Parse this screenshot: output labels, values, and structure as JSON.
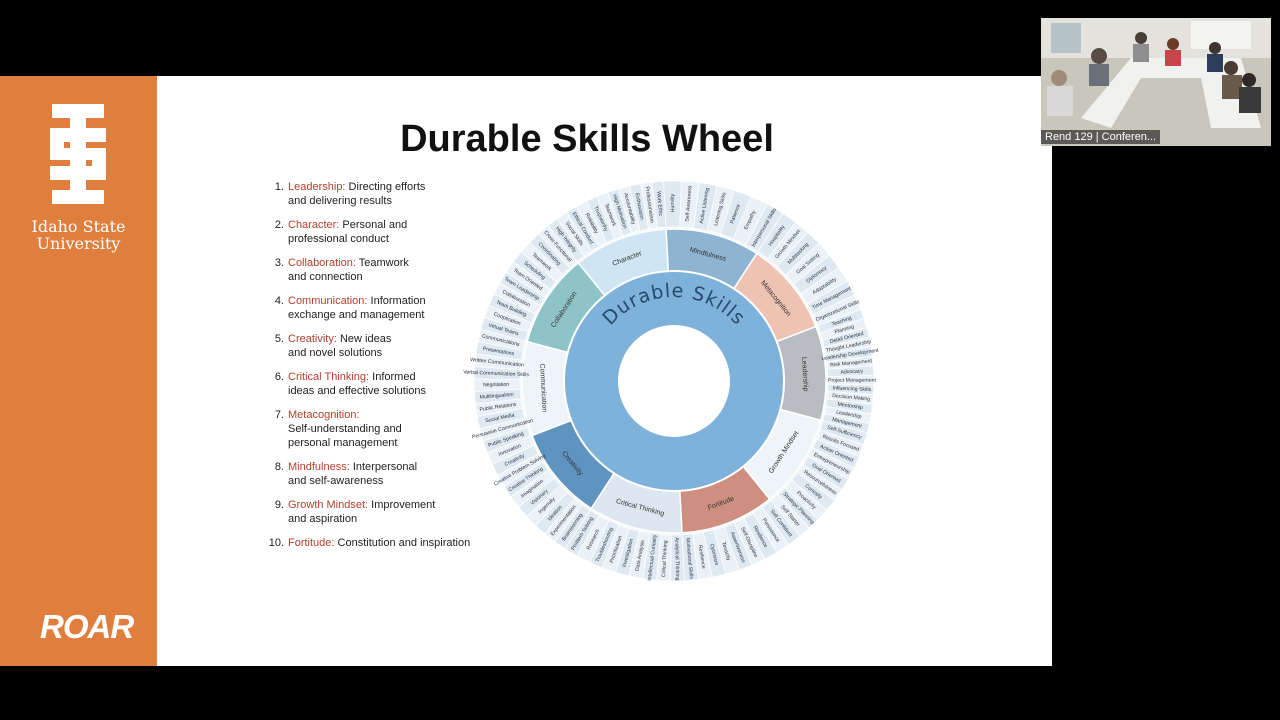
{
  "brand": {
    "university_line1": "Idaho State",
    "university_line2": "University",
    "tagline": "ROAR",
    "orange": "#e07f3d"
  },
  "slide": {
    "title": "Durable Skills Wheel"
  },
  "skills": [
    {
      "num": "1.",
      "name": "Leadership:",
      "line1": " Directing efforts",
      "line2": "and delivering results"
    },
    {
      "num": "2.",
      "name": "Character:",
      "line1": " Personal and",
      "line2": "professional conduct"
    },
    {
      "num": "3.",
      "name": "Collaboration:",
      "line1": " Teamwork",
      "line2": "and connection"
    },
    {
      "num": "4.",
      "name": "Communication:",
      "line1": " Information",
      "line2": "exchange and management"
    },
    {
      "num": "5.",
      "name": "Creativity:",
      "line1": " New ideas",
      "line2": "and novel solutions"
    },
    {
      "num": "6.",
      "name": "Critical Thinking:",
      "line1": " Informed",
      "line2": "ideas and effective solutions"
    },
    {
      "num": "7.",
      "name": "Metacognition:",
      "line1": "",
      "line2": "Self-understanding and",
      "line3": "personal management"
    },
    {
      "num": "8.",
      "name": "Mindfulness:",
      "line1": " Interpersonal",
      "line2": "and self-awareness"
    },
    {
      "num": "9.",
      "name": "Growth Mindset:",
      "line1": " Improvement",
      "line2": "and aspiration"
    },
    {
      "num": "10.",
      "name": "Fortitude:",
      "line1": " Constitution and inspiration",
      "line2": ""
    }
  ],
  "wheel": {
    "center_label": "Durable Skills",
    "center_color": "#7fb2da",
    "segments": [
      {
        "label": "Mindfulness",
        "color": "#8fb4d2",
        "skills": [
          "Humility",
          "Self-Awareness",
          "Active Listening",
          "Listening Skills",
          "Patience",
          "Empathy",
          "Interpersonal Skills"
        ]
      },
      {
        "label": "Metacognition",
        "color": "#eec3b3",
        "skills": [
          "Hospitality",
          "Growth Mindset",
          "Multitasking",
          "Goal Setting",
          "Diplomacy",
          "Adaptability",
          "Time Management",
          "Organizational Skills"
        ]
      },
      {
        "label": "Leadership",
        "color": "#b9bcc0",
        "skills": [
          "Teaching",
          "Planning",
          "Detail Oriented",
          "Thought Leadership",
          "Leadership Development",
          "Risk Management",
          "Advocacy",
          "Project Management",
          "Influencing Skills",
          "Decision Making",
          "Mentorship",
          "Leadership",
          "Management"
        ]
      },
      {
        "label": "Growth Mindset",
        "color": "#eef4f8",
        "skills": [
          "Self-Sufficiency",
          "Results Focused",
          "Action Oriented",
          "Entrepreneurship",
          "Goal Oriented",
          "Resourcefulness",
          "Curiosity",
          "Proactivity",
          "Strategic Planning",
          "Self Starter"
        ]
      },
      {
        "label": "Fortitude",
        "color": "#cf8f80",
        "skills": [
          "Self Confident",
          "Persistence",
          "Resilience",
          "Self-Discipline",
          "Assertiveness",
          "Tenacity",
          "Optimism",
          "Resilience",
          "Motivational Skills"
        ]
      },
      {
        "label": "Critical Thinking",
        "color": "#dce7f1",
        "skills": [
          "Analytical Thinking",
          "Critical Thinking",
          "Intellectual Curiosity",
          "Data Analysis",
          "Investigation",
          "Prioritization",
          "Troubleshooting",
          "Research",
          "Problem Solving"
        ]
      },
      {
        "label": "Creativity",
        "color": "#5f93c0",
        "skills": [
          "Brainstorming",
          "Experimentation",
          "Ideation",
          "Ingenuity",
          "Visionary",
          "Imagination",
          "Creative Thinking",
          "Creative Problem Solving",
          "Creativity",
          "Innovation"
        ]
      },
      {
        "label": "Communication",
        "color": "#eef4f8",
        "skills": [
          "Public Speaking",
          "Persuasive Communication",
          "Social Media",
          "Public Relations",
          "Multilingualism",
          "Negotiation",
          "Verbal Communication Skills",
          "Written Communication",
          "Presentations",
          "Communications"
        ]
      },
      {
        "label": "Collaboration",
        "color": "#8ec3c8",
        "skills": [
          "Virtual Teams",
          "Cooperation",
          "Team Building",
          "Collaboration",
          "Team Leadership",
          "Team Oriented",
          "Scheduling",
          "Teamwork",
          "Coordinating",
          "Cross-Functional"
        ]
      },
      {
        "label": "Character",
        "color": "#cfe5f3",
        "skills": [
          "High Integrity",
          "Social Skills",
          "Ethical Conduct",
          "Reliability",
          "Trustworthy",
          "Teamwork",
          "High Motivation",
          "Accountability",
          "Enthusiasm",
          "Professionalism",
          "Work Ethic"
        ]
      }
    ]
  },
  "video": {
    "label": "Rend 129 | Conferen..."
  }
}
